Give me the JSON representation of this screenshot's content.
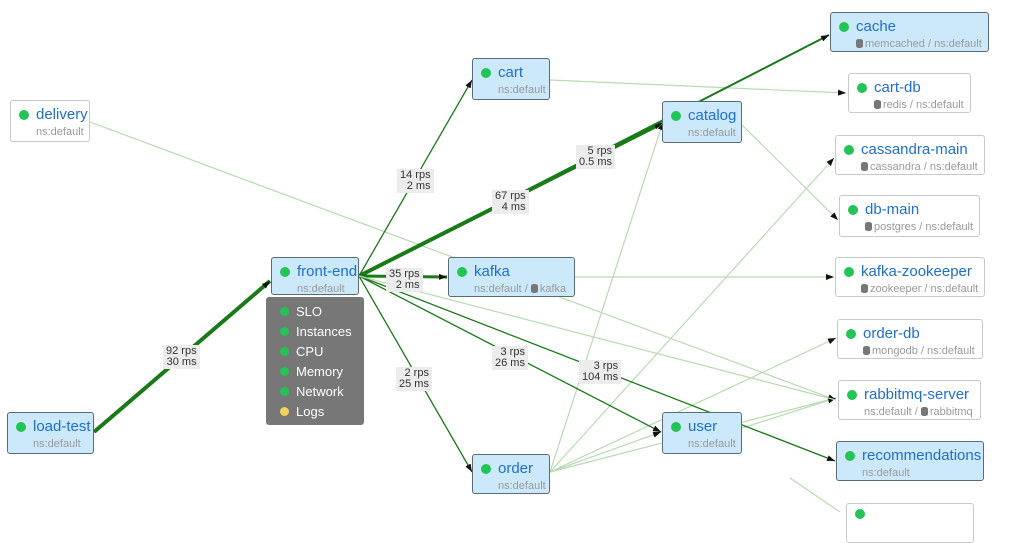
{
  "nodes": {
    "delivery": {
      "name": "delivery",
      "sub": "ns:default"
    },
    "load_test": {
      "name": "load-test",
      "sub": "ns:default"
    },
    "front_end": {
      "name": "front-end",
      "sub": "ns:default"
    },
    "cart": {
      "name": "cart",
      "sub": "ns:default"
    },
    "catalog": {
      "name": "catalog",
      "sub": "ns:default"
    },
    "kafka": {
      "name": "kafka",
      "sub": "ns:default / ",
      "sub2": "kafka"
    },
    "order": {
      "name": "order",
      "sub": "ns:default"
    },
    "user": {
      "name": "user",
      "sub": "ns:default"
    },
    "cache": {
      "name": "cache",
      "sub": "memcached / ns:default"
    },
    "cart_db": {
      "name": "cart-db",
      "sub": "redis / ns:default"
    },
    "cassandra_main": {
      "name": "cassandra-main",
      "sub": "cassandra / ns:default"
    },
    "db_main": {
      "name": "db-main",
      "sub": "postgres / ns:default"
    },
    "kafka_zookeeper": {
      "name": "kafka-zookeeper",
      "sub": "zookeeper / ns:default"
    },
    "order_db": {
      "name": "order-db",
      "sub": "mongodb / ns:default"
    },
    "rabbitmq_server": {
      "name": "rabbitmq-server",
      "sub": "ns:default / ",
      "sub2": "rabbitmq"
    },
    "recommendations": {
      "name": "recommendations",
      "sub": "ns:default"
    }
  },
  "edge_labels": {
    "load_test_front_end": "92 rps\n30 ms",
    "front_end_cart": "14 rps\n2 ms",
    "front_end_catalog": "67 rps\n4 ms",
    "front_end_cache": "5 rps\n0.5 ms",
    "front_end_kafka": "35 rps\n2 ms",
    "front_end_order": "2 rps\n25 ms",
    "front_end_user": "3 rps\n26 ms",
    "front_end_recommendations": "3 rps\n104 ms"
  },
  "context_menu": {
    "items": [
      {
        "label": "SLO",
        "status": "#21c455"
      },
      {
        "label": "Instances",
        "status": "#21c455"
      },
      {
        "label": "CPU",
        "status": "#21c455"
      },
      {
        "label": "Memory",
        "status": "#21c455"
      },
      {
        "label": "Network",
        "status": "#21c455"
      },
      {
        "label": "Logs",
        "status": "#f5d35a"
      }
    ]
  },
  "colors": {
    "healthy": "#21c455",
    "warning": "#f5d35a",
    "highlight_node": "#cce8fb",
    "link": "#1f6fd1",
    "edge_active": "#1a7a1a",
    "edge_idle": "#b8dcb0"
  }
}
